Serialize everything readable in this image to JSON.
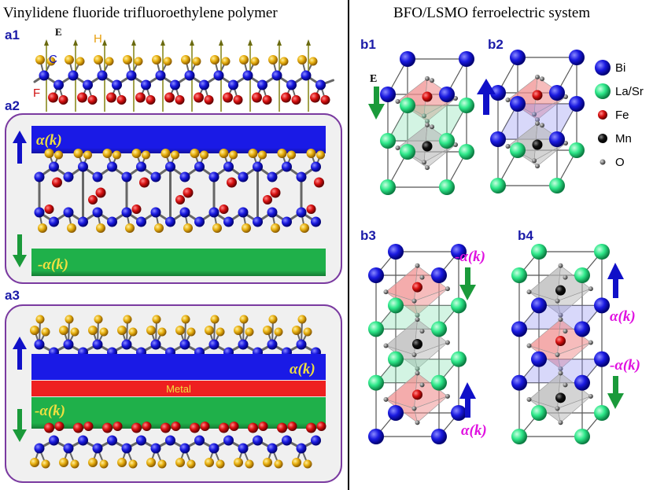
{
  "titles": {
    "left": "Vinylidene fluoride trifluoroethylene polymer",
    "right": "BFO/LSMO ferroelectric system"
  },
  "panels": {
    "a1": "a1",
    "a2": "a2",
    "a3": "a3",
    "b1": "b1",
    "b2": "b2",
    "b3": "b3",
    "b4": "b4"
  },
  "atom_labels": {
    "E": "E",
    "H": "H",
    "C": "C",
    "F": "F",
    "E_b1": "E"
  },
  "band_labels": {
    "a2_top": "α(k)",
    "a2_bottom": "-α(k)",
    "a3_top": "α(k)",
    "a3_metal": "Metal",
    "a3_bottom": "-α(k)",
    "b3_top": "-α(k)",
    "b3_bottom": "α(k)",
    "b4_top": "α(k)",
    "b4_bottom": "-α(k)"
  },
  "legend": [
    {
      "label": "Bi",
      "color": "#1010d0"
    },
    {
      "label": "La/Sr",
      "color": "#2ee88a"
    },
    {
      "label": "Fe",
      "color": "#c81010"
    },
    {
      "label": "Mn",
      "color": "#000000"
    },
    {
      "label": "O",
      "color": "#707070"
    }
  ],
  "colors": {
    "carbon": "#1010d0",
    "fluorine": "#d01010",
    "hydrogen": "#e8b010",
    "band_blue": "#1a1ae6",
    "band_green": "#1fb04a",
    "metal": "#ee2020",
    "magenta": "#e010e0",
    "arrow_green": "#1a9a3a",
    "arrow_blue": "#1010c8",
    "panel_border": "#7a3aa0"
  }
}
